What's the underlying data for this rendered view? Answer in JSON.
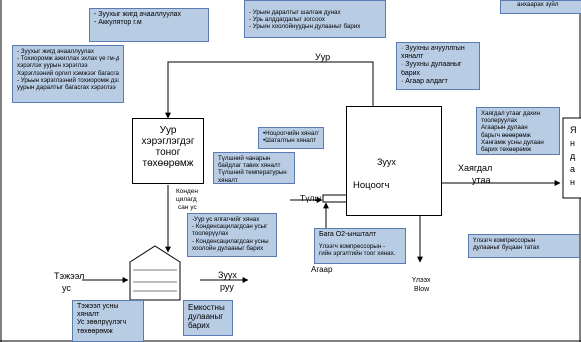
{
  "callouts": {
    "c_top_left": [
      "- Зуухыг жигд ачааллуулах",
      "- Аккулятор г.м"
    ],
    "c_top_mid": [
      "- Урьин даралтыг шалгаж дунах",
      "- Урь алддагдалыг зогсоох",
      "- Урьин хоолойнуудын дулааныг барих"
    ],
    "c_top_right": [
      "анхаарах зүйл"
    ],
    "c_left": [
      "- Зуухыг жигд ачааллуулах",
      "- Тохиоромж ажиллах эхлах үе гм-д",
      "хэрэглэх уурын хэрэглээ",
      "Хэрэглээний оргил хэмжээг багасгах гм",
      "- Урьын хэрэглээний тохиоромж дээрх",
      "уурын даралтыг багасгах хэрэглээ"
    ],
    "c_right_top": [
      "· Зуухны ачууллгын",
      "хяналт",
      "· Зуухны дулааныг",
      "барих",
      "· Агаар алдагт"
    ],
    "c_mid_nozzle": [
      "•Ноцоогчийн хяналт",
      "•Шаталтын хяналт"
    ],
    "c_fuel": [
      "Түлшний чанарын",
      "байдлаг тавих хяналт",
      "Түлшний температурын",
      "хяналт"
    ],
    "c_exhaust": [
      "Хаягдал утааг дахин",
      "тоолеруулах",
      "Агаарын дулаан",
      "барьгч өөөөрөмж",
      "Хангамж усны дулаан",
      "барих төхөөрөмж"
    ],
    "c_condensate": [
      "-Уур ус ялгагчийг хянах",
      "- Конденсацилагдсан усыг",
      "тоолерүүлах",
      "- Конденсацилагдсан усны",
      "хоолойн дулааныг барих"
    ],
    "c_o2": [
      "Бага О2-ыншталт",
      "",
      "Үлээгч компрессорын -",
      "гийн эргэлтийн тоог хянах."
    ],
    "c_blow": [
      "Үлээгч компрессорын",
      "дулааныг буцаан татах"
    ],
    "c_water": [
      "Тэжээл усны",
      "хяналт",
      "Ус зөөлрүүлэгч",
      "төхөөрөмж"
    ],
    "c_tank": [
      "Емкостны",
      "дулааныг",
      "барих"
    ]
  },
  "labels": {
    "steam_top": "Уур",
    "equip_1": "Уур",
    "equip_2": "хэрэглэгдэг",
    "equip_3": "тоног",
    "equip_4": "төхөөрөмж",
    "condensate_1": "Конден",
    "condensate_2": "цилагд",
    "condensate_3": "сан ус",
    "boiler": "Зуух",
    "burner": "Ноцоогч",
    "fuel": "Түлш",
    "air": "Агаар",
    "exhaust_1": "Хаягдал",
    "exhaust_2": "утаа",
    "blow_1": "Үлээх",
    "blow_2": "Blow",
    "feedwater_1": "Тэжээл",
    "feedwater_2": "ус",
    "to_boiler_1": "Зуух",
    "to_boiler_2": "руу",
    "stack": [
      "Я",
      "н",
      "д",
      "а",
      "н"
    ]
  }
}
